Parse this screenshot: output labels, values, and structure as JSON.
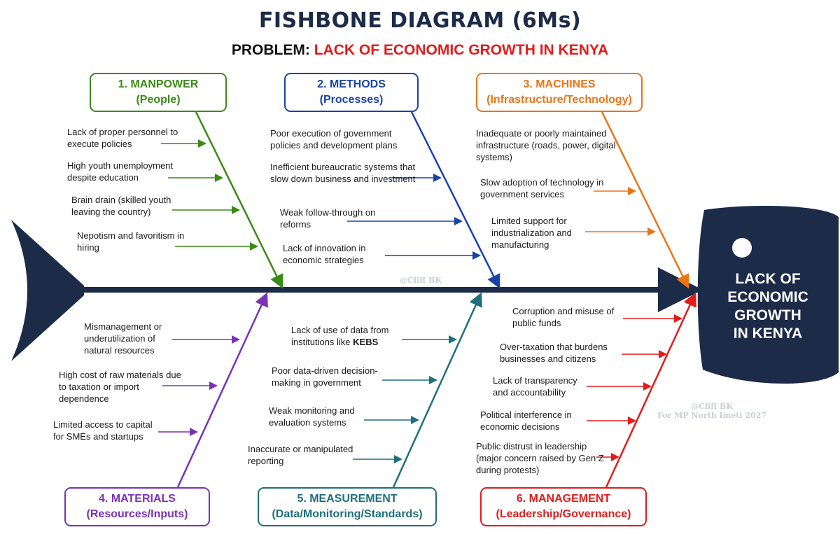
{
  "title": "FISHBONE DIAGRAM (6Ms)",
  "problem_label": "PROBLEM:",
  "problem_text": "LACK OF ECONOMIC GROWTH IN KENYA",
  "head_lines": [
    "LACK OF",
    "ECONOMIC",
    "GROWTH",
    "IN KENYA"
  ],
  "watermark_center": "@Cliff BK",
  "watermark_corner": [
    "@Cliff BK",
    "For MP North Imeti 2027"
  ],
  "colors": {
    "spine": "#1c2b47",
    "manpower": "#3a8a16",
    "methods": "#1a43a8",
    "machines": "#ec7416",
    "materials": "#7a31b8",
    "measurement": "#1f6f7d",
    "management": "#e31b1b"
  },
  "categories": [
    {
      "id": "manpower",
      "title": "1. MANPOWER",
      "subtitle": "(People)",
      "causes": [
        "Lack of proper personnel to execute policies",
        "High youth unemployment despite education",
        "Brain drain (skilled youth leaving the country)",
        "Nepotism and favoritism in hiring"
      ]
    },
    {
      "id": "methods",
      "title": "2. METHODS",
      "subtitle": "(Processes)",
      "causes": [
        "Poor execution of government policies and development plans",
        "Inefficient bureaucratic systems that slow down business and investment",
        "Weak follow-through on reforms",
        "Lack of innovation in economic strategies"
      ]
    },
    {
      "id": "machines",
      "title": "3. MACHINES",
      "subtitle": "(Infrastructure/Technology)",
      "causes": [
        "Inadequate or poorly maintained infrastructure (roads, power, digital systems)",
        "Slow adoption of technology in government services",
        "Limited support for industrialization and manufacturing"
      ]
    },
    {
      "id": "materials",
      "title": "4. MATERIALS",
      "subtitle": "(Resources/Inputs)",
      "causes": [
        "Mismanagement or underutilization of natural resources",
        "High cost of raw materials due to taxation or import dependence",
        "Limited access to capital for SMEs and startups"
      ]
    },
    {
      "id": "measurement",
      "title": "5. MEASUREMENT",
      "subtitle": "(Data/Monitoring/Standards)",
      "causes": [
        "Lack of use of data from institutions like KEBS",
        "Poor data-driven decision-making in government",
        "Weak monitoring and evaluation systems",
        "Inaccurate or manipulated reporting"
      ]
    },
    {
      "id": "management",
      "title": "6. MANAGEMENT",
      "subtitle": "(Leadership/Governance)",
      "causes": [
        "Corruption and misuse of public funds",
        "Over-taxation that burdens businesses and citizens",
        "Lack of transparency and accountability",
        "Political interference in economic decisions",
        "Public distrust in leadership (major concern raised by Gen Z during protests)"
      ]
    }
  ]
}
